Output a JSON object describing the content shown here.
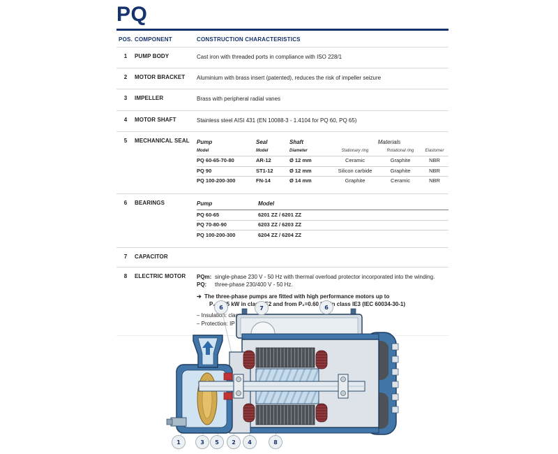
{
  "page": {
    "title": "PQ",
    "accent_color": "#16336e"
  },
  "header": {
    "pos": "POS.",
    "component": "COMPONENT",
    "characteristics": "CONSTRUCTION CHARACTERISTICS"
  },
  "rows": [
    {
      "pos": "1",
      "component": "PUMP BODY",
      "description": "Cast iron with threaded ports in compliance  with ISO 228/1"
    },
    {
      "pos": "2",
      "component": "MOTOR BRACKET",
      "description": "Aluminium with brass insert (patented), reduces the risk of impeller seizure"
    },
    {
      "pos": "3",
      "component": "IMPELLER",
      "description": "Brass with peripheral radial vanes"
    },
    {
      "pos": "4",
      "component": "MOTOR SHAFT",
      "description": "Stainless steel AISI 431 (EN 10088-3 - 1.4104 for PQ 60, PQ 65)"
    },
    {
      "pos": "5",
      "component": "MECHANICAL SEAL"
    },
    {
      "pos": "6",
      "component": "BEARINGS"
    },
    {
      "pos": "7",
      "component": "CAPACITOR",
      "description": ""
    },
    {
      "pos": "8",
      "component": "ELECTRIC MOTOR"
    }
  ],
  "seal_table": {
    "headers": {
      "pump": "Pump",
      "pump_sub": "Model",
      "seal": "Seal",
      "seal_sub": "Model",
      "shaft": "Shaft",
      "shaft_sub": "Diameter",
      "materials": "Materials",
      "stationary": "Stationary ring",
      "rotational": "Rotational ring",
      "elastomer": "Elastomer"
    },
    "rows": [
      {
        "pump": "PQ 60-65-70-80",
        "seal": "AR-12",
        "diameter": "Ø 12 mm",
        "stationary": "Ceramic",
        "rotational": "Graphite",
        "elastomer": "NBR"
      },
      {
        "pump": "PQ 90",
        "seal": "ST1-12",
        "diameter": "Ø 12 mm",
        "stationary": "Silicon carbide",
        "rotational": "Graphite",
        "elastomer": "NBR"
      },
      {
        "pump": "PQ 100-200-300",
        "seal": "FN-14",
        "diameter": "Ø 14 mm",
        "stationary": "Graphite",
        "rotational": "Ceramic",
        "elastomer": "NBR"
      }
    ]
  },
  "bearings_table": {
    "headers": {
      "pump": "Pump",
      "model": "Model"
    },
    "rows": [
      {
        "pump": "PQ 60-65",
        "model": "6201 ZZ / 6201 ZZ"
      },
      {
        "pump": "PQ 70-80-90",
        "model": "6203 ZZ / 6203 ZZ"
      },
      {
        "pump": "PQ 100-200-300",
        "model": "6204 ZZ / 6204 ZZ"
      }
    ]
  },
  "electric_motor": {
    "pqm_label": "PQm:",
    "pqm_text": "single-phase 230 V - 50 Hz with thermal overload protector incorporated into the winding.",
    "pq_label": "PQ:",
    "pq_text": "three-phase 230/400 V - 50 Hz.",
    "note_arrow": "➔",
    "note_line1": "The three-phase pumps are fitted with high performance motors up to",
    "note_line2": "P₂=0.55 kW in class IE2 and from P₂=0.60 kW in class IE3 (IEC 60034-30-1)",
    "insulation": "– Insulation: class F",
    "protection": "– Protection: IP X4"
  },
  "diagram": {
    "callouts_top": [
      "6",
      "7",
      "6"
    ],
    "callouts_bottom": [
      "1",
      "3",
      "5",
      "2",
      "4",
      "8"
    ],
    "colors": {
      "casing_blue": "#4276a8",
      "outline_navy": "#1d3c5f",
      "water_light_blue": "#cfe3f2",
      "frame_gray": "#dde3e8",
      "stator_dark": "#4c5258",
      "coil_maroon": "#7b2a2e",
      "seal_red": "#c03236",
      "impeller_brass": "#d1a94f",
      "callout_fill": "#eef1f4",
      "leader_gray": "#c3cbd1"
    }
  }
}
